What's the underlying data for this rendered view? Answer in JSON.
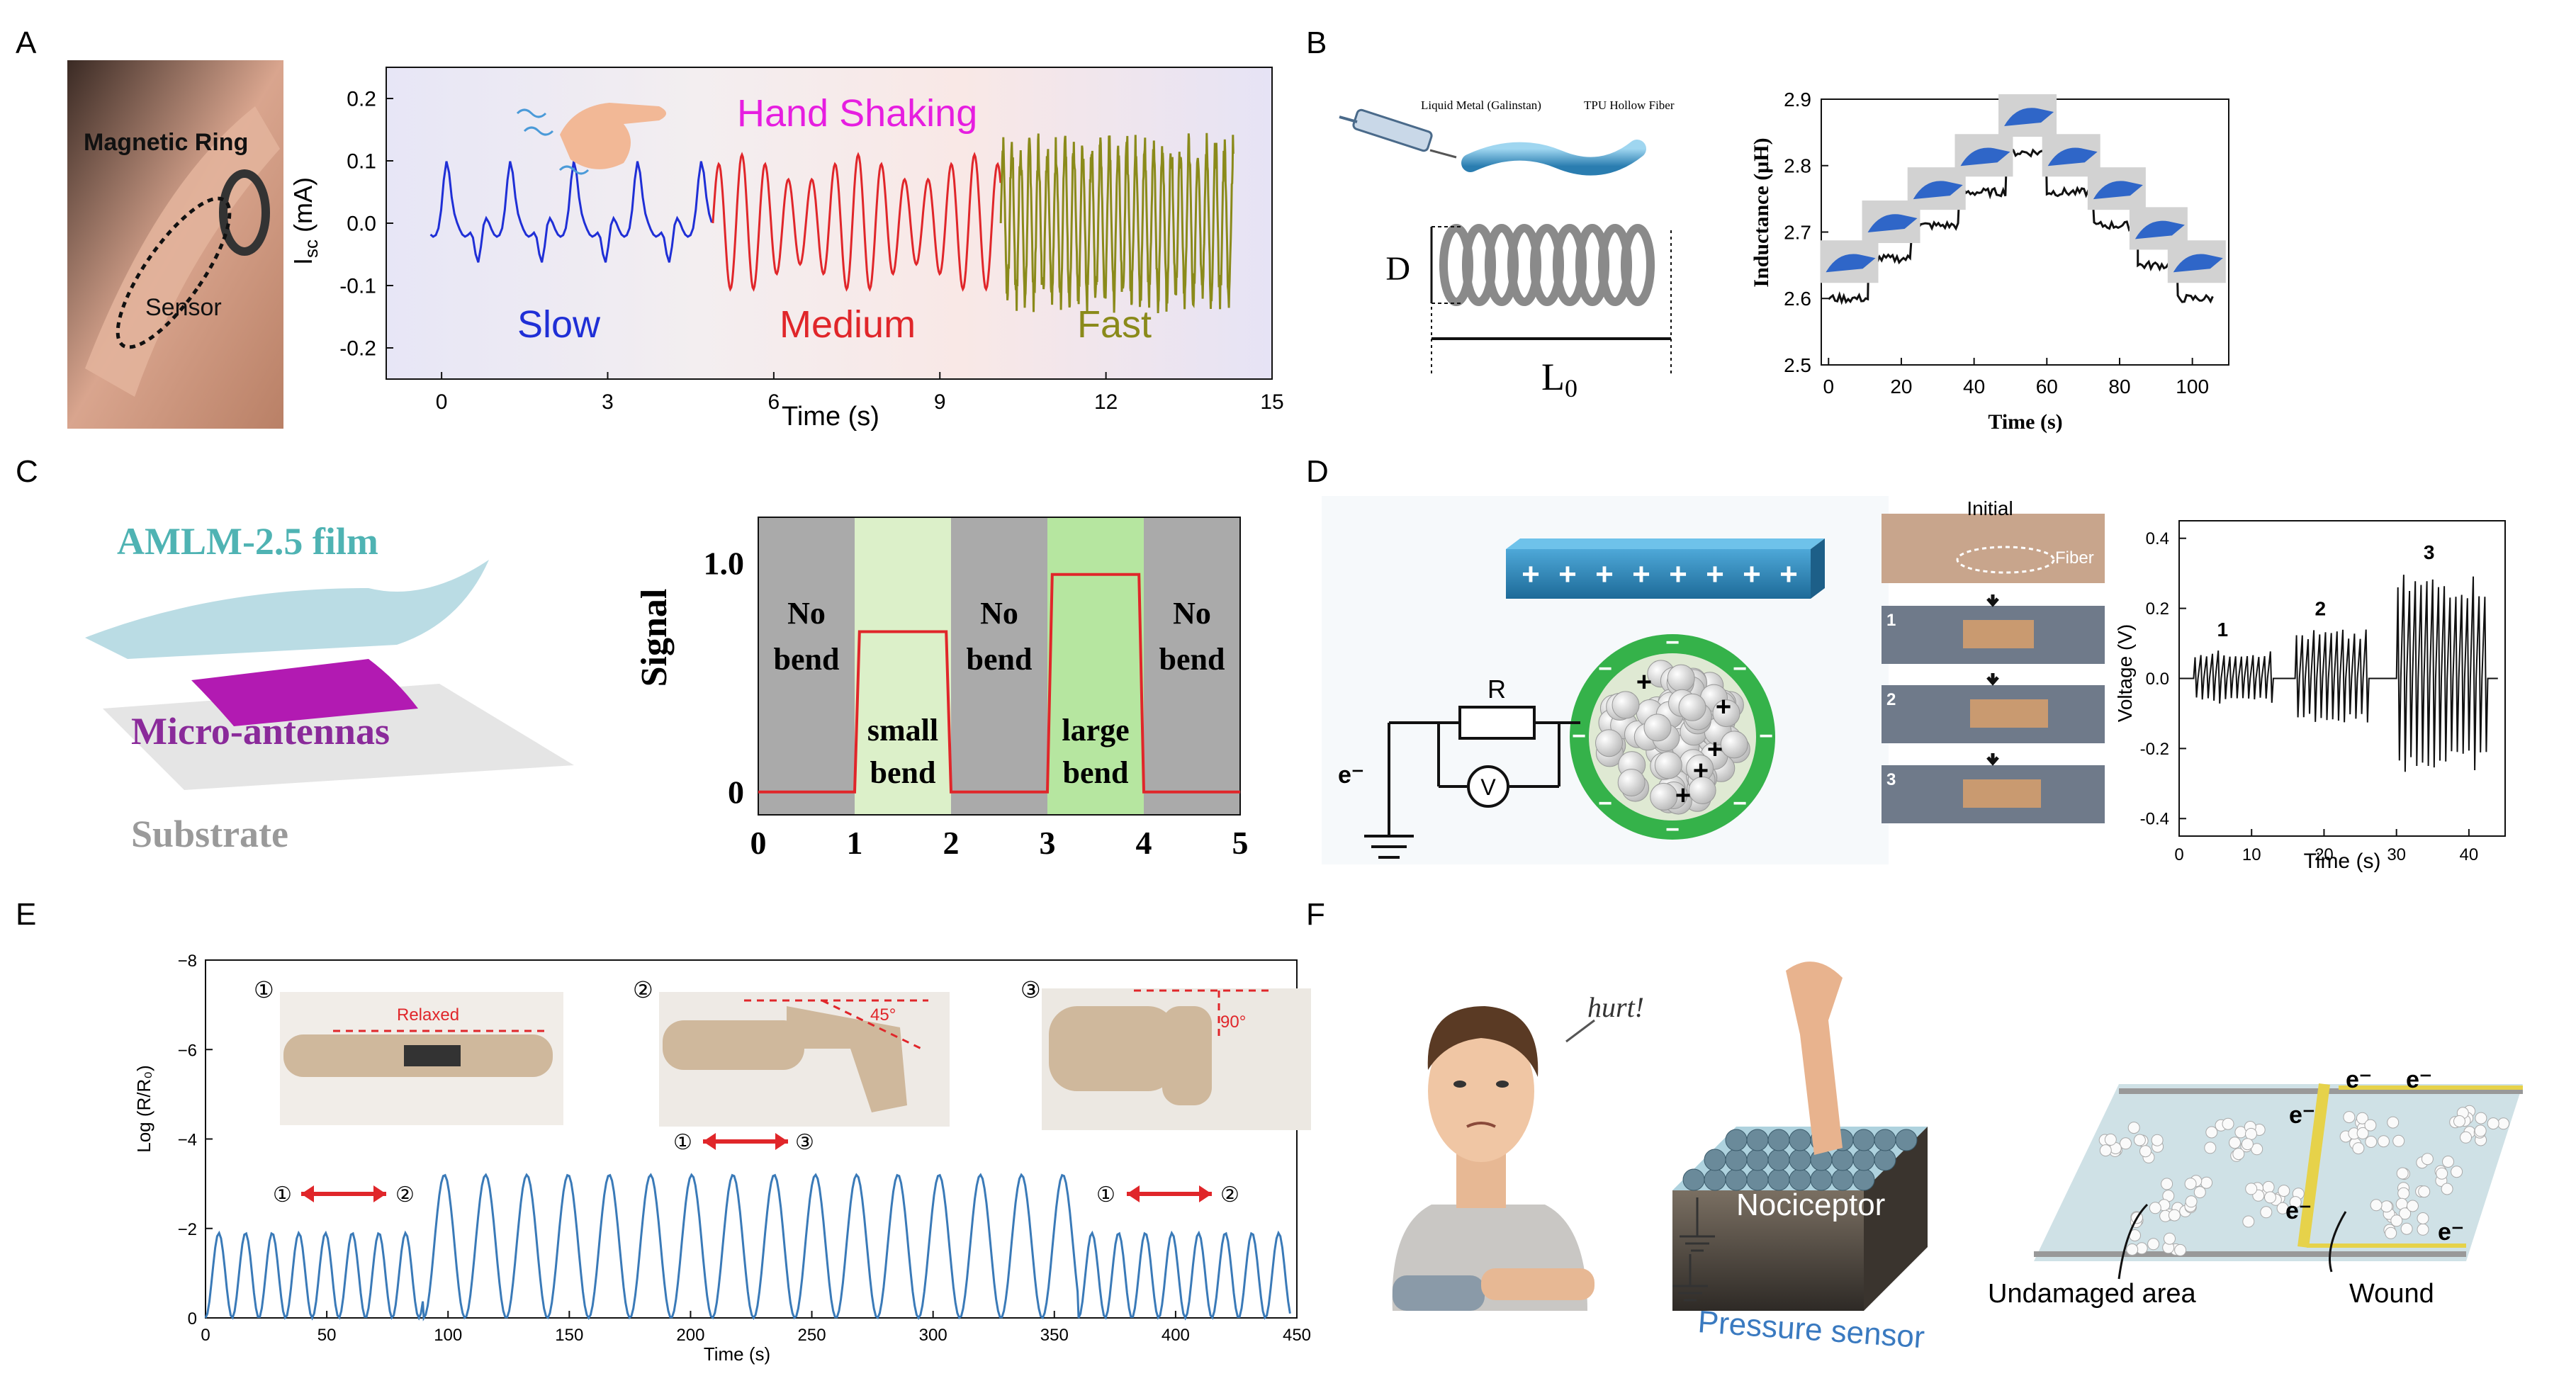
{
  "panels": {
    "A": {
      "letter": "A",
      "photo": {
        "ring_label": "Magnetic Ring",
        "sensor_label": "Sensor"
      },
      "title": "Hand Shaking",
      "ylabel_main": "I",
      "ylabel_sub": "sc",
      "ylabel_unit": " (mA)",
      "xlabel": "Time (s)",
      "yticks": [
        "0.2",
        "0.1",
        "0.0",
        "-0.1",
        "-0.2"
      ],
      "xticks": [
        "0",
        "3",
        "6",
        "9",
        "12",
        "15"
      ],
      "regions": [
        "Slow",
        "Medium",
        "Fast"
      ],
      "colors": {
        "slow": "#1f2fd6",
        "medium": "#e0262a",
        "fast": "#8a8a1a",
        "title": "#e61ee0"
      }
    },
    "B": {
      "letter": "B",
      "labels": {
        "liquid_metal": "Liquid Metal (Galinstan)",
        "tpu": "TPU Hollow Fiber",
        "D": "D",
        "L0_main": "L",
        "L0_sub": "0"
      },
      "ylabel": "Inductance (μH)",
      "xlabel": "Time (s)",
      "yticks": [
        "2.9",
        "2.8",
        "2.7",
        "2.6",
        "2.5"
      ],
      "xticks": [
        "0",
        "20",
        "40",
        "60",
        "80",
        "100"
      ]
    },
    "C": {
      "letter": "C",
      "layers": [
        "AMLM-2.5 film",
        "Micro-antennas",
        "Substrate"
      ],
      "layer_colors": [
        "#4fb3b3",
        "#8a2a9a",
        "#9a9a9a"
      ],
      "ylabel": "Signal",
      "yticks": [
        "1.0",
        "0"
      ],
      "xticks": [
        "0",
        "1",
        "2",
        "3",
        "4",
        "5"
      ],
      "bands": [
        "No bend",
        "small bend",
        "No bend",
        "large bend",
        "No bend"
      ]
    },
    "D": {
      "letter": "D",
      "circuit": {
        "R": "R",
        "V": "V",
        "electron": "e⁻"
      },
      "photos": {
        "initial": "Initial",
        "fiber": "Fiber",
        "steps": [
          "1",
          "2",
          "3"
        ]
      },
      "ylabel": "Voltage (V)",
      "xlabel": "Time (s)",
      "yticks": [
        "0.4",
        "0.2",
        "0.0",
        "-0.2",
        "-0.4"
      ],
      "xticks": [
        "0",
        "10",
        "20",
        "30",
        "40"
      ],
      "group_labels": [
        "1",
        "2",
        "3"
      ]
    },
    "E": {
      "letter": "E",
      "ylabel": "Log (R/R₀)",
      "xlabel": "Time (s)",
      "yticks": [
        "−8",
        "−6",
        "−4",
        "−2",
        "0"
      ],
      "xticks": [
        "0",
        "50",
        "100",
        "150",
        "200",
        "250",
        "300",
        "350",
        "400",
        "450"
      ],
      "photos": [
        {
          "num": "①",
          "text": "Relaxed"
        },
        {
          "num": "②",
          "text": "45°"
        },
        {
          "num": "③",
          "text": "90°"
        }
      ],
      "arrows": [
        {
          "from": "①",
          "to": "②"
        },
        {
          "from": "①",
          "to": "③"
        },
        {
          "from": "①",
          "to": "②"
        }
      ]
    },
    "F": {
      "letter": "F",
      "speech": "hurt!",
      "nociceptor": "Nociceptor",
      "pressure": "Pressure sensor",
      "undamaged": "Undamaged area",
      "wound": "Wound",
      "electron": "e⁻"
    }
  },
  "chart_data": [
    {
      "panel": "A",
      "type": "line",
      "title": "Hand Shaking",
      "xlabel": "Time (s)",
      "ylabel": "Isc (mA)",
      "xlim": [
        -1,
        15
      ],
      "ylim": [
        -0.25,
        0.25
      ],
      "series": [
        {
          "name": "Slow",
          "x_range": [
            -0.2,
            4.9
          ],
          "period": 1.15,
          "amplitude": 0.09
        },
        {
          "name": "Medium",
          "x_range": [
            4.9,
            10.1
          ],
          "period": 0.42,
          "amplitude": 0.11
        },
        {
          "name": "Fast",
          "x_range": [
            10.1,
            14.3
          ],
          "period": 0.16,
          "amplitude": 0.15
        }
      ]
    },
    {
      "panel": "B",
      "type": "line",
      "xlabel": "Time (s)",
      "ylabel": "Inductance (μH)",
      "xlim": [
        -2,
        110
      ],
      "ylim": [
        2.5,
        2.9
      ],
      "steps": [
        {
          "x": [
            0,
            11
          ],
          "y": 2.6
        },
        {
          "x": [
            11,
            23
          ],
          "y": 2.66
        },
        {
          "x": [
            23,
            36
          ],
          "y": 2.71
        },
        {
          "x": [
            36,
            49
          ],
          "y": 2.76
        },
        {
          "x": [
            49,
            60
          ],
          "y": 2.82
        },
        {
          "x": [
            60,
            73
          ],
          "y": 2.76
        },
        {
          "x": [
            73,
            85
          ],
          "y": 2.71
        },
        {
          "x": [
            85,
            96
          ],
          "y": 2.65
        },
        {
          "x": [
            96,
            106
          ],
          "y": 2.6
        }
      ]
    },
    {
      "panel": "C",
      "type": "line",
      "ylabel": "Signal",
      "xlim": [
        0,
        5
      ],
      "ylim": [
        -0.1,
        1.2
      ],
      "points": [
        [
          0,
          0
        ],
        [
          1,
          0
        ],
        [
          1.05,
          0.7
        ],
        [
          1.95,
          0.7
        ],
        [
          2,
          0
        ],
        [
          3,
          0
        ],
        [
          3.05,
          0.95
        ],
        [
          3.95,
          0.95
        ],
        [
          4,
          0
        ],
        [
          5,
          0
        ]
      ]
    },
    {
      "panel": "D",
      "type": "line",
      "xlabel": "Time (s)",
      "ylabel": "Voltage (V)",
      "xlim": [
        0,
        45
      ],
      "ylim": [
        -0.45,
        0.45
      ],
      "groups": [
        {
          "label": "1",
          "x_range": [
            2,
            13
          ],
          "amplitude": 0.08
        },
        {
          "label": "2",
          "x_range": [
            16,
            26
          ],
          "amplitude": 0.14
        },
        {
          "label": "3",
          "x_range": [
            30,
            42
          ],
          "amplitude": 0.3
        }
      ]
    },
    {
      "panel": "E",
      "type": "line",
      "xlabel": "Time (s)",
      "ylabel": "Log (R/R₀)",
      "xlim": [
        0,
        450
      ],
      "ylim": [
        -8,
        0
      ],
      "segments": [
        {
          "x_range": [
            0,
            90
          ],
          "period": 11,
          "peak": -1.9
        },
        {
          "x_range": [
            90,
            360
          ],
          "period": 17,
          "peak": -3.2
        },
        {
          "x_range": [
            360,
            448
          ],
          "period": 11,
          "peak": -1.9
        }
      ]
    }
  ]
}
